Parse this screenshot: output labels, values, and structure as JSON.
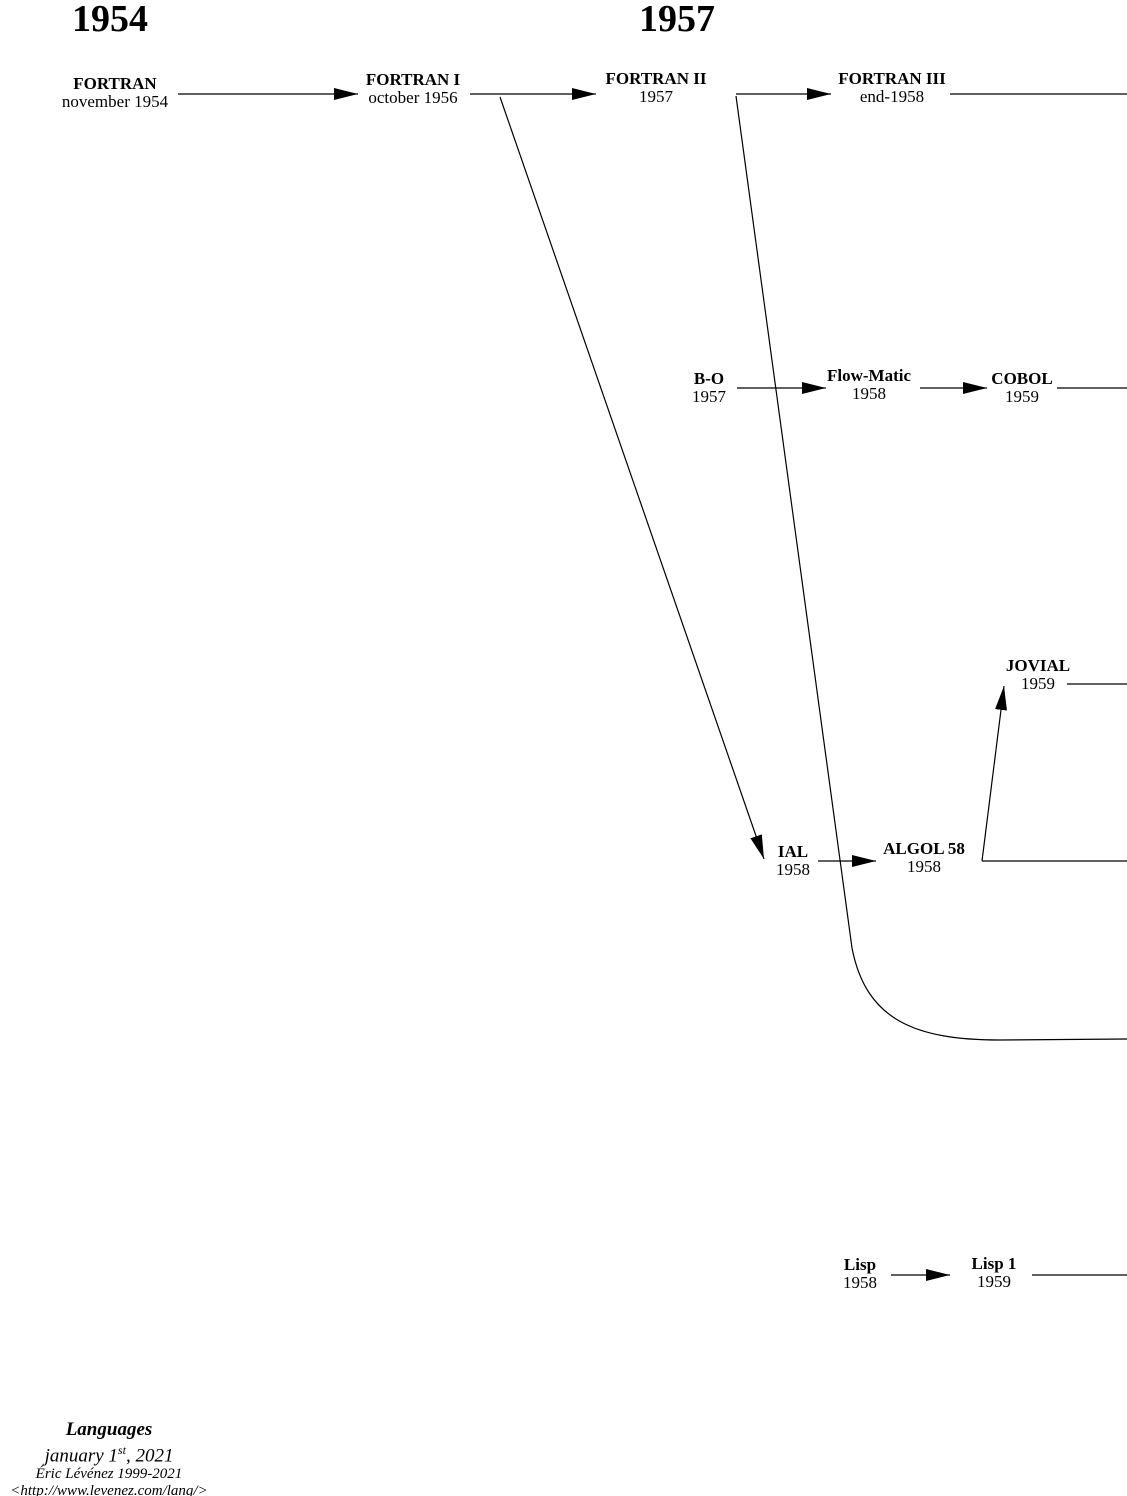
{
  "years": [
    "1954",
    "1957"
  ],
  "nodes": [
    {
      "id": "fortran",
      "name": "FORTRAN",
      "date": "november 1954"
    },
    {
      "id": "fortran1",
      "name": "FORTRAN I",
      "date": "october 1956"
    },
    {
      "id": "fortran2",
      "name": "FORTRAN II",
      "date": "1957"
    },
    {
      "id": "fortran3",
      "name": "FORTRAN III",
      "date": "end-1958"
    },
    {
      "id": "bo",
      "name": "B-O",
      "date": "1957"
    },
    {
      "id": "flowmatic",
      "name": "Flow-Matic",
      "date": "1958"
    },
    {
      "id": "cobol",
      "name": "COBOL",
      "date": "1959"
    },
    {
      "id": "jovial",
      "name": "JOVIAL",
      "date": "1959"
    },
    {
      "id": "ial",
      "name": "IAL",
      "date": "1958"
    },
    {
      "id": "algol58",
      "name": "ALGOL 58",
      "date": "1958"
    },
    {
      "id": "lisp",
      "name": "Lisp",
      "date": "1958"
    },
    {
      "id": "lisp1",
      "name": "Lisp 1",
      "date": "1959"
    }
  ],
  "links": [
    {
      "from": "fortran",
      "to": "fortran1"
    },
    {
      "from": "fortran1",
      "to": "fortran2"
    },
    {
      "from": "fortran2",
      "to": "fortran3"
    },
    {
      "from": "fortran1",
      "to": "ial"
    },
    {
      "from": "fortran2",
      "to": "lisp-branch"
    },
    {
      "from": "bo",
      "to": "flowmatic"
    },
    {
      "from": "flowmatic",
      "to": "cobol"
    },
    {
      "from": "ial",
      "to": "algol58"
    },
    {
      "from": "algol58",
      "to": "jovial"
    },
    {
      "from": "lisp",
      "to": "lisp1"
    }
  ],
  "footer": {
    "title": "Languages",
    "date_main": "january 1",
    "date_sup": "st",
    "date_year": ", 2021",
    "author": "Éric Lévénez 1999-2021",
    "url": "<http://www.levenez.com/lang/>"
  }
}
